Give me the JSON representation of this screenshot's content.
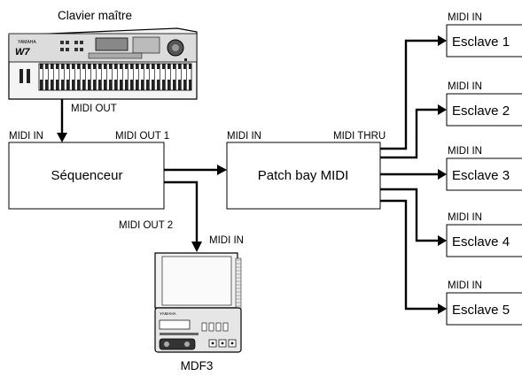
{
  "keyboard": {
    "caption": "Clavier maître",
    "out_label": "MIDI OUT",
    "brand": "YAMAHA",
    "model": "W7"
  },
  "sequencer": {
    "label": "Séquenceur",
    "in_label": "MIDI IN",
    "out1_label": "MIDI OUT 1",
    "out2_label": "MIDI OUT 2"
  },
  "patchbay": {
    "label": "Patch bay MIDI",
    "in_label": "MIDI IN",
    "thru_label": "MIDI THRU"
  },
  "mdf": {
    "caption": "MDF3",
    "in_label": "MIDI IN",
    "brand": "YAMAHA"
  },
  "slaves": [
    {
      "label": "Esclave 1",
      "in_label": "MIDI IN"
    },
    {
      "label": "Esclave 2",
      "in_label": "MIDI IN"
    },
    {
      "label": "Esclave 3",
      "in_label": "MIDI IN"
    },
    {
      "label": "Esclave 4",
      "in_label": "MIDI IN"
    },
    {
      "label": "Esclave 5",
      "in_label": "MIDI IN"
    }
  ]
}
